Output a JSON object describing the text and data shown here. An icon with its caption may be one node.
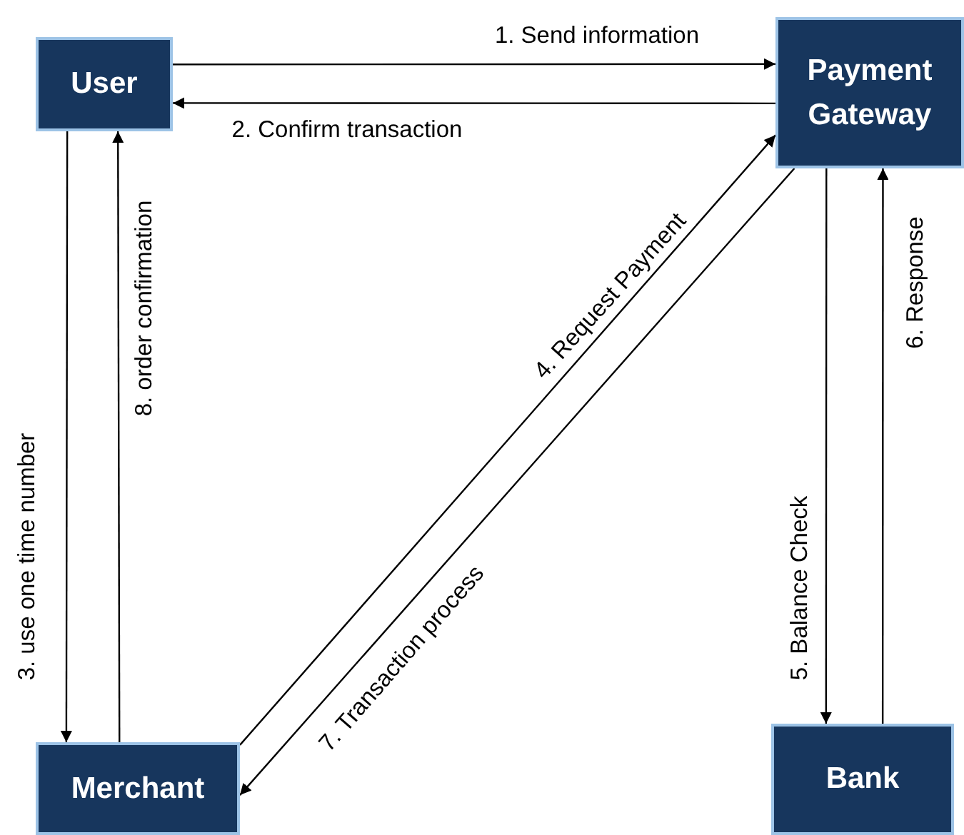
{
  "diagram": {
    "nodes": [
      {
        "text": [
          "User"
        ]
      },
      {
        "text": [
          "Payment Gateway"
        ]
      },
      {
        "text": [
          "Merchant"
        ]
      },
      {
        "text": [
          "Bank"
        ]
      }
    ],
    "edges": [
      {
        "from": 0,
        "to": 1,
        "arrow": "to",
        "label": "1.  Send information"
      },
      {
        "from": 1,
        "to": 0,
        "arrow": "to",
        "label": "2. Confirm transaction"
      },
      {
        "from": 0,
        "to": 2,
        "arrow": "to",
        "label": "3. use one time number"
      },
      {
        "from": 2,
        "to": 0,
        "arrow": "to",
        "label": "8. order confirmation"
      },
      {
        "from": 2,
        "to": 1,
        "arrow": "to",
        "label": "4. Request Payment"
      },
      {
        "from": 1,
        "to": 2,
        "arrow": "to",
        "label": "7. Transaction process"
      },
      {
        "from": 1,
        "to": 3,
        "arrow": "to",
        "label": "5. Balance Check"
      },
      {
        "from": 3,
        "to": 1,
        "arrow": "to",
        "label": "6. Response"
      }
    ]
  }
}
